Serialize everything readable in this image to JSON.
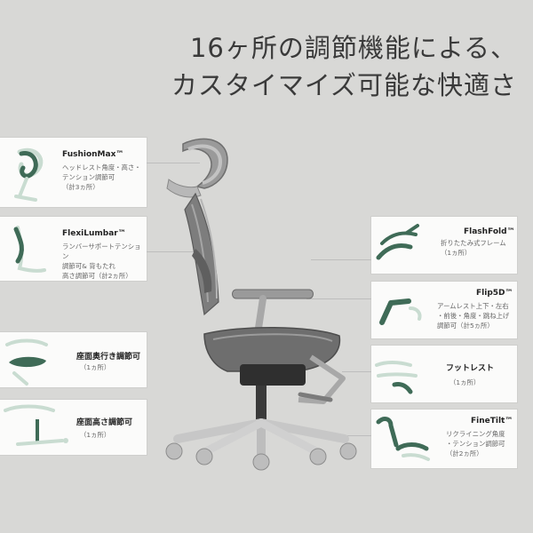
{
  "headline": {
    "line1": "16ヶ所の調節機能による、",
    "line2": "カスタイマイズ可能な快適さ"
  },
  "features": {
    "fushion": {
      "title": "FushionMax™",
      "desc": "ヘッドレスト角度・高さ・\nテンション調節可\n（計3ヵ所）"
    },
    "flexi": {
      "title": "FlexiLumbar™",
      "desc": "ランバーサポートテンション\n調節可& 背もたれ\n高さ調節可（計2ヵ所）"
    },
    "seatdepth": {
      "title": "座面奥行き調節可",
      "desc": "（1ヵ所）"
    },
    "seatheight": {
      "title": "座面高さ調節可",
      "desc": "（1ヵ所）"
    },
    "flashfold": {
      "title": "FlashFold™",
      "desc": "折りたたみ式フレーム\n（1ヵ所）"
    },
    "flip5d": {
      "title": "Flip5D™",
      "desc": "アームレスト上下・左右\n・前後・角度・跳ね上げ\n調節可（計5ヵ所）"
    },
    "footrest": {
      "title": "フットレスト",
      "desc": "（1ヵ所）"
    },
    "finetilt": {
      "title": "FineTilt™",
      "desc": "リクライニング角度\n・テンション調節可\n（計2ヵ所）"
    }
  },
  "colors": {
    "background": "#d8d8d6",
    "card": "#fbfbfa",
    "accent_green": "#3f6b57",
    "accent_light_green": "#c9dcd1",
    "chair_gray": "#8b8b8b",
    "chair_dark": "#3b3b3b"
  }
}
